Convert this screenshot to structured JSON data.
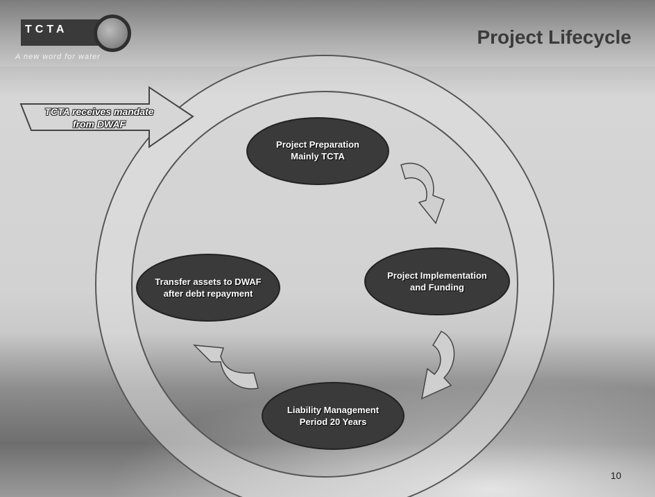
{
  "header": {
    "title": "Project Lifecycle"
  },
  "logo": {
    "name": "TCTA",
    "tagline": "A new word for water"
  },
  "mandate_arrow": {
    "line1": "TCTA receives mandate",
    "line2": "from DWAF"
  },
  "stages": [
    {
      "line1": "Project Preparation",
      "line2": "Mainly TCTA"
    },
    {
      "line1": "Project Implementation",
      "line2": "and Funding"
    },
    {
      "line1": "Liability Management",
      "line2": "Period 20 Years"
    },
    {
      "line1": "Transfer assets to DWAF",
      "line2": "after debt repayment"
    }
  ],
  "footer": {
    "page_number": "10"
  }
}
